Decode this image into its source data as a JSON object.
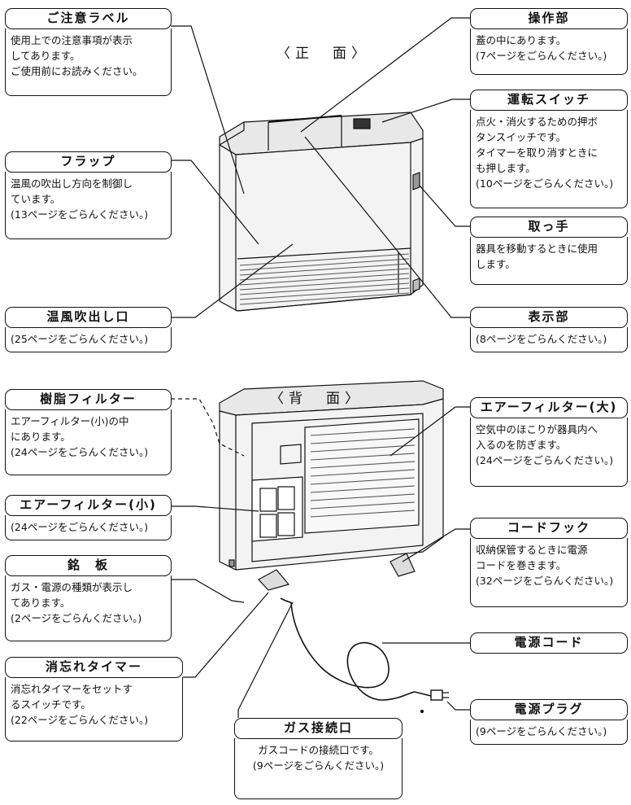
{
  "front_title": "〈正　面〉",
  "back_title": "〈背　面〉",
  "front_labels": [
    {
      "id": "caution-label",
      "title": "ご注意ラベル",
      "lines": [
        "使用上での注意事項が表示",
        "してあります。",
        "ご使用前にお読みください。"
      ]
    },
    {
      "id": "flap",
      "title": "フラップ",
      "lines": [
        "温風の吹出し方向を制御し",
        "ています。",
        "(13ページをごらんください。)"
      ]
    },
    {
      "id": "warm-air-outlet",
      "title": "温風吹出し口",
      "lines": [
        "(25ページをごらんください。)"
      ]
    },
    {
      "id": "control-panel",
      "title": "操作部",
      "lines": [
        "蓋の中にあります。",
        "(7ページをごらんください。)"
      ]
    },
    {
      "id": "power-switch",
      "title": "運転スイッチ",
      "lines": [
        "点火・消火するための押ボ",
        "タンスイッチです。",
        "タイマーを取り消すときに",
        "も押します。",
        "(10ページをごらんください。)"
      ]
    },
    {
      "id": "handle",
      "title": "取っ手",
      "lines": [
        "器具を移動するときに使用",
        "します。"
      ]
    },
    {
      "id": "display",
      "title": "表示部",
      "lines": [
        "(8ページをごらんください。)"
      ]
    }
  ],
  "back_labels": [
    {
      "id": "resin-filter",
      "title": "樹脂フィルター",
      "lines": [
        "エアーフィルター(小)の中",
        "にあります。",
        "(24ページをごらんください。)"
      ]
    },
    {
      "id": "air-filter-small",
      "title": "エアーフィルター(小)",
      "lines": [
        "(24ページをごらんください。)"
      ]
    },
    {
      "id": "nameplate",
      "title": "銘　板",
      "lines": [
        "ガス・電源の種類が表示し",
        "てあります。",
        "(2ページをごらんください。)"
      ]
    },
    {
      "id": "shutoff-timer",
      "title": "消忘れタイマー",
      "lines": [
        "消忘れタイマーをセットす",
        "るスイッチです。",
        "(22ページをごらんください。)"
      ]
    },
    {
      "id": "gas-inlet",
      "title": "ガス接続口",
      "lines": [
        "ガスコードの接続口です。",
        "(9ページをごらんください。)"
      ]
    },
    {
      "id": "air-filter-large",
      "title": "エアーフィルター(大)",
      "lines": [
        "空気中のほこりが器具内へ",
        "入るのを防ぎます。",
        "(24ページをごらんください。)"
      ]
    },
    {
      "id": "cord-hook",
      "title": "コードフック",
      "lines": [
        "収納保管するときに電源",
        "コードを巻きます。",
        "(32ページをごらんください。)"
      ]
    },
    {
      "id": "power-cord",
      "title": "電源コード",
      "lines": []
    },
    {
      "id": "power-plug",
      "title": "電源プラグ",
      "lines": [
        "(9ページをごらんください。)"
      ]
    }
  ]
}
